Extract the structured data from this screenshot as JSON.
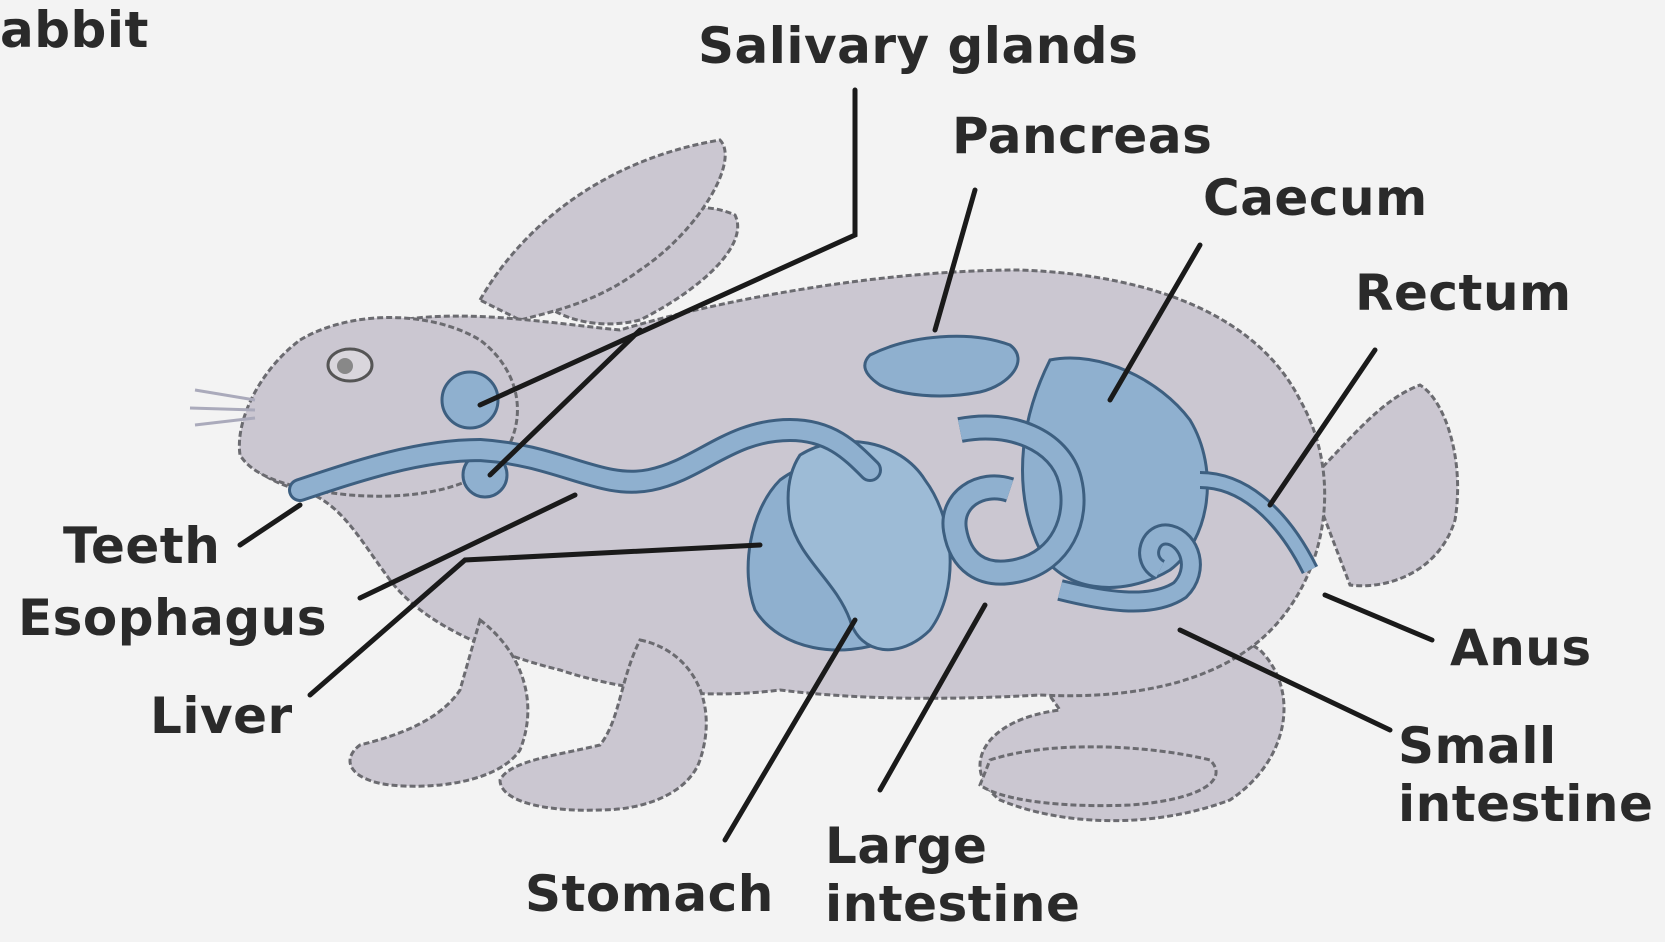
{
  "title": "abbit",
  "labels": {
    "salivary_glands": "Salivary glands",
    "pancreas": "Pancreas",
    "caecum": "Caecum",
    "rectum": "Rectum",
    "teeth": "Teeth",
    "esophagus": "Esophagus",
    "liver": "Liver",
    "anus": "Anus",
    "small_intestine_1": "Small",
    "small_intestine_2": "intestine",
    "stomach": "Stomach",
    "large_intestine_1": "Large",
    "large_intestine_2": "intestine"
  },
  "colors": {
    "background": "#f3f3f3",
    "body": "#cbc7d1",
    "outline": "#6b6b70",
    "organ": "#8fb0cf",
    "organ_outline": "#3d5f80",
    "leader": "#1a1a1a",
    "text": "#2a2a2a"
  }
}
